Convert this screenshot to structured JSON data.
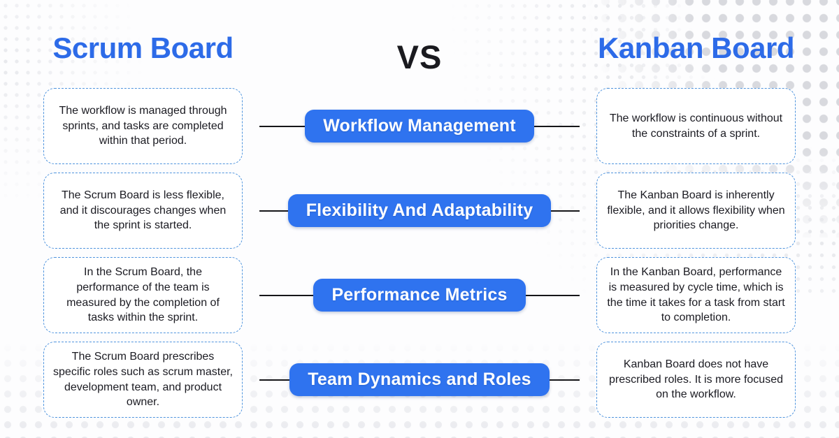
{
  "header": {
    "left_title": "Scrum Board",
    "vs_label": "VS",
    "right_title": "Kanban Board"
  },
  "colors": {
    "title_blue": "#2d6be8",
    "pill_blue": "#2f73ef",
    "card_border_blue": "#4f94de",
    "body_text": "#1b1b22",
    "connector_line": "#161619",
    "halftone_dot_gray": "#d8d9de",
    "background": "#fdfdfe"
  },
  "rows": [
    {
      "category": "Workflow Management",
      "scrum": "The workflow is managed through sprints, and tasks are completed within that period.",
      "kanban": "The workflow is continuous without the constraints of a sprint."
    },
    {
      "category": "Flexibility And Adaptability",
      "scrum": "The Scrum Board is less flexible, and it discourages changes when the sprint is started.",
      "kanban": "The Kanban Board is inherently flexible, and it allows flexibility when priorities change."
    },
    {
      "category": "Performance Metrics",
      "scrum": "In the Scrum Board, the performance of the team is measured by the completion of tasks within the sprint.",
      "kanban": "In the Kanban Board, performance is measured by cycle time, which is the time it takes for a task from start to completion."
    },
    {
      "category": "Team Dynamics and Roles",
      "scrum": "The Scrum Board prescribes specific roles such as scrum master, development team, and product owner.",
      "kanban": "Kanban Board does not have prescribed roles. It is more focused on the workflow."
    }
  ]
}
